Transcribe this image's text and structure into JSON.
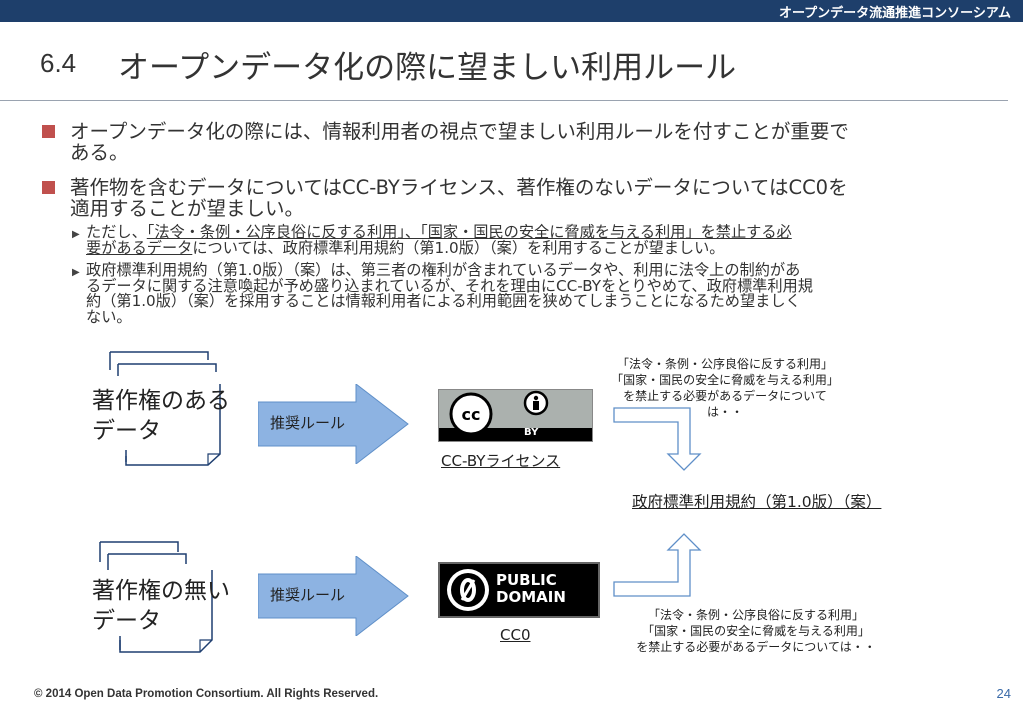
{
  "header": {
    "org": "オープンデータ流通推進コンソーシアム"
  },
  "title": {
    "number": "6.4",
    "text": "オープンデータ化の際に望ましい利用ルール"
  },
  "bullets": [
    {
      "line1": "オープンデータ化の際には、情報利用者の視点で望ましい利用ルールを付すことが重要で",
      "line2": "ある。"
    },
    {
      "line1": "著作物を含むデータについてはCC-BYライセンス、著作権のないデータについてはCC0を",
      "line2": "適用することが望ましい。"
    }
  ],
  "sub1": {
    "pre": "ただし、",
    "u1": "「法令・条例・公序良俗に反する利用」、「国家・国民の安全に脅威を与える利用」を禁止する必",
    "u2": "要があるデータ",
    "post": "については、政府標準利用規約（第1.0版）（案）を利用することが望ましい。"
  },
  "sub2": {
    "line1": "政府標準利用規約（第1.0版）（案）は、第三者の権利が含まれているデータや、利用に法令上の制約があ",
    "line2": "るデータに関する注意喚起が予め盛り込まれているが、それを理由にCC-BYをとりやめて、政府標準利用規",
    "line3": "約（第1.0版）（案）を採用することは情報利用者による利用範囲を狭めてしまうことになるため望ましく",
    "line4": "ない。"
  },
  "diagram": {
    "top": {
      "doc_line1": "著作権のある",
      "doc_line2": "データ",
      "arrow_label": "推奨ルール",
      "badge_text": "BY",
      "caption": "CC-BYライセンス",
      "note_line1": "「法令・条例・公序良俗に反する利用」",
      "note_line2": "「国家・国民の安全に脅威を与える利用」",
      "note_line3": "を禁止する必要があるデータについては・・"
    },
    "bottom": {
      "doc_line1": "著作権の無い",
      "doc_line2": "データ",
      "arrow_label": "推奨ルール",
      "badge_line1": "PUBLIC",
      "badge_line2": "DOMAIN",
      "caption": "CC0",
      "note_line1": "「法令・条例・公序良俗に反する利用」",
      "note_line2": "「国家・国民の安全に脅威を与える利用」",
      "note_line3": "を禁止する必要があるデータについては・・"
    },
    "target": "政府標準利用規約（第1.0版）（案）"
  },
  "footer": {
    "copyright": "© 2014 Open Data Promotion Consortium. All Rights Reserved.",
    "page": "24"
  },
  "colors": {
    "header_bg": "#1e3f6b",
    "bullet": "#c0504d",
    "arrow": "#7fa6d4"
  }
}
